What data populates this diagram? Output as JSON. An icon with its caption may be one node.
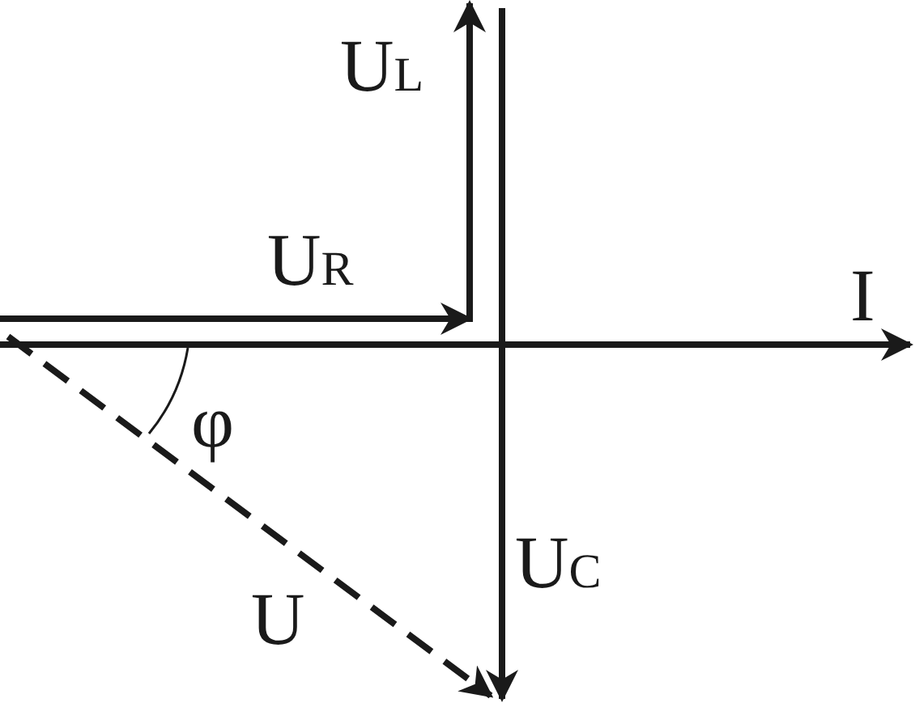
{
  "diagram": {
    "labels": [
      "U$_{L}$",
      "U$_{R}$",
      "I",
      "φ",
      "U$_{C}$",
      "U"
    ]
  }
}
